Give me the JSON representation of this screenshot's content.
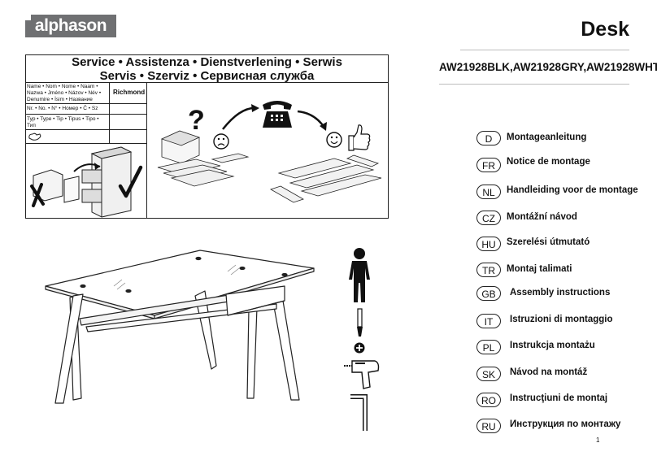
{
  "brand": "alphason",
  "title": "Desk",
  "models": "AW21928BLK,AW21928GRY,AW21928WHT",
  "service": {
    "line1": "Service • Assistenza • Dienstverlening • Serwis",
    "line2": "Servis • Szerviz • Сервисная служба",
    "rows": [
      {
        "label": "Name • Nom • Nome • Naam • Nazwa • Jméno • Názov • Név • Denumire • İsim • Название",
        "value": "Richmond"
      },
      {
        "label": "Nr. • No. • N° • Номер • Č • Sz",
        "value": ""
      },
      {
        "label": "Typ • Type • Tip • Tipus • Tipo • Тип",
        "value": ""
      }
    ]
  },
  "languages": [
    {
      "code": "D",
      "label": "Montageanleitung"
    },
    {
      "code": "FR",
      "label": "Notice de montage"
    },
    {
      "code": "NL",
      "label": "Handleiding voor de montage"
    },
    {
      "code": "CZ",
      "label": "Montážní návod"
    },
    {
      "code": "HU",
      "label": "Szerelési útmutató"
    },
    {
      "code": "TR",
      "label": "Montaj talimati"
    },
    {
      "code": "GB",
      "label": "Assembly instructions"
    },
    {
      "code": "IT",
      "label": "Istruzioni di montaggio"
    },
    {
      "code": "PL",
      "label": "Instrukcja montażu"
    },
    {
      "code": "SK",
      "label": "Návod na montáž"
    },
    {
      "code": "RO",
      "label": "Instrucţiuni de montaj"
    },
    {
      "code": "RU",
      "label": "Инструкция по монтажу"
    }
  ],
  "page_number": "1",
  "icons": [
    "phone-icon",
    "question-mark-icon",
    "sad-face-icon",
    "happy-face-icon",
    "thumbs-up-icon",
    "person-icon",
    "screwdriver-icon",
    "drill-icon",
    "allen-key-icon",
    "checkmark-icon",
    "cross-icon"
  ]
}
